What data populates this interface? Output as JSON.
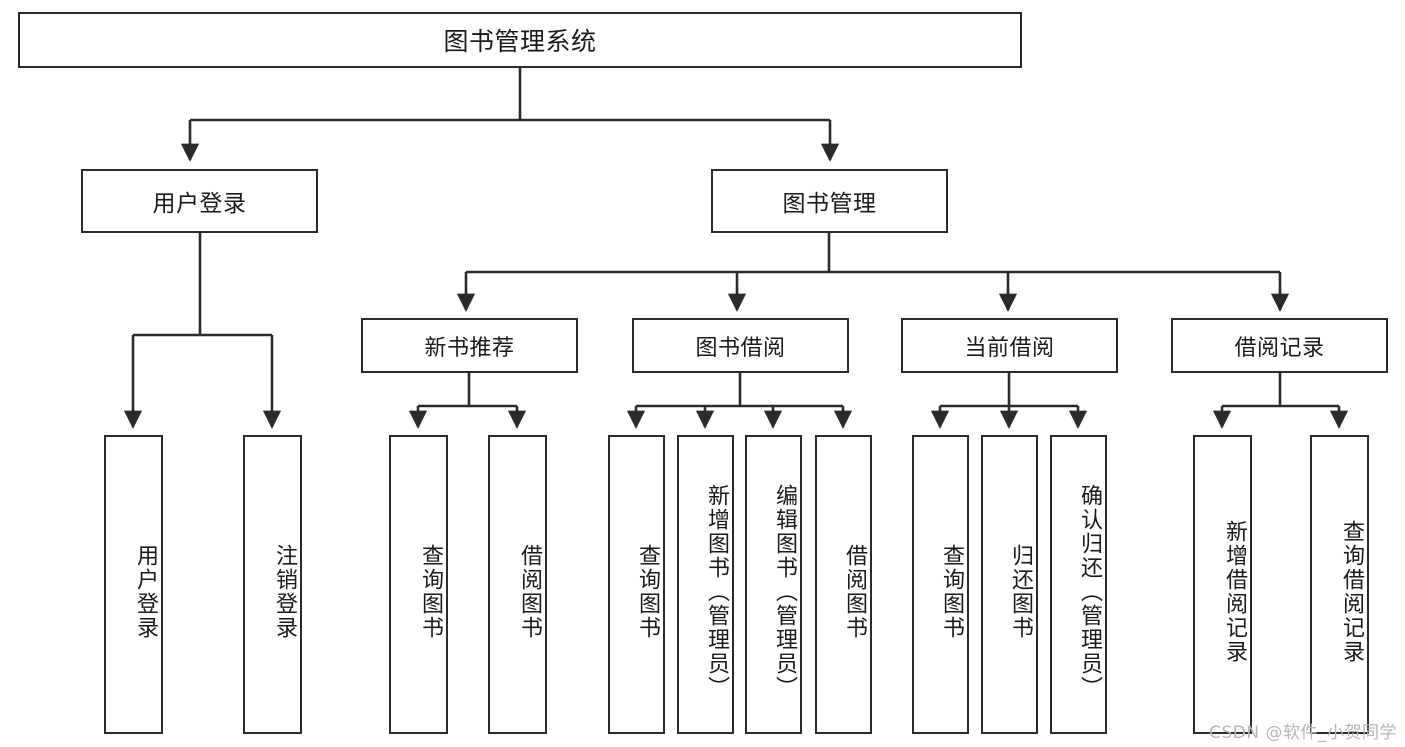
{
  "diagram": {
    "title": "图书管理系统",
    "type": "functional-structure-tree",
    "colors": {
      "box_border": "#2b2b2b",
      "box_fill": "#ffffff",
      "edge": "#2b2b2b",
      "text": "#1a1a1a",
      "watermark": "#b6b6b6"
    },
    "root": {
      "label": "图书管理系统"
    },
    "level1": [
      {
        "label": "用户登录"
      },
      {
        "label": "图书管理"
      }
    ],
    "level2": [
      {
        "label": "新书推荐"
      },
      {
        "label": "图书借阅"
      },
      {
        "label": "当前借阅"
      },
      {
        "label": "借阅记录"
      }
    ],
    "leaves": [
      {
        "label": "用户登录",
        "parent": "用户登录"
      },
      {
        "label": "注销登录",
        "parent": "用户登录"
      },
      {
        "label": "查询图书",
        "parent": "新书推荐"
      },
      {
        "label": "借阅图书",
        "parent": "新书推荐"
      },
      {
        "label": "查询图书",
        "parent": "图书借阅"
      },
      {
        "label": "新增图书（管理员）",
        "parent": "图书借阅"
      },
      {
        "label": "编辑图书（管理员）",
        "parent": "图书借阅"
      },
      {
        "label": "借阅图书",
        "parent": "图书借阅"
      },
      {
        "label": "查询图书",
        "parent": "当前借阅"
      },
      {
        "label": "归还图书",
        "parent": "当前借阅"
      },
      {
        "label": "确认归还（管理员）",
        "parent": "当前借阅"
      },
      {
        "label": "新增借阅记录",
        "parent": "借阅记录"
      },
      {
        "label": "查询借阅记录",
        "parent": "借阅记录"
      }
    ]
  },
  "watermark": {
    "text": "CSDN @软件_小贺同学"
  }
}
